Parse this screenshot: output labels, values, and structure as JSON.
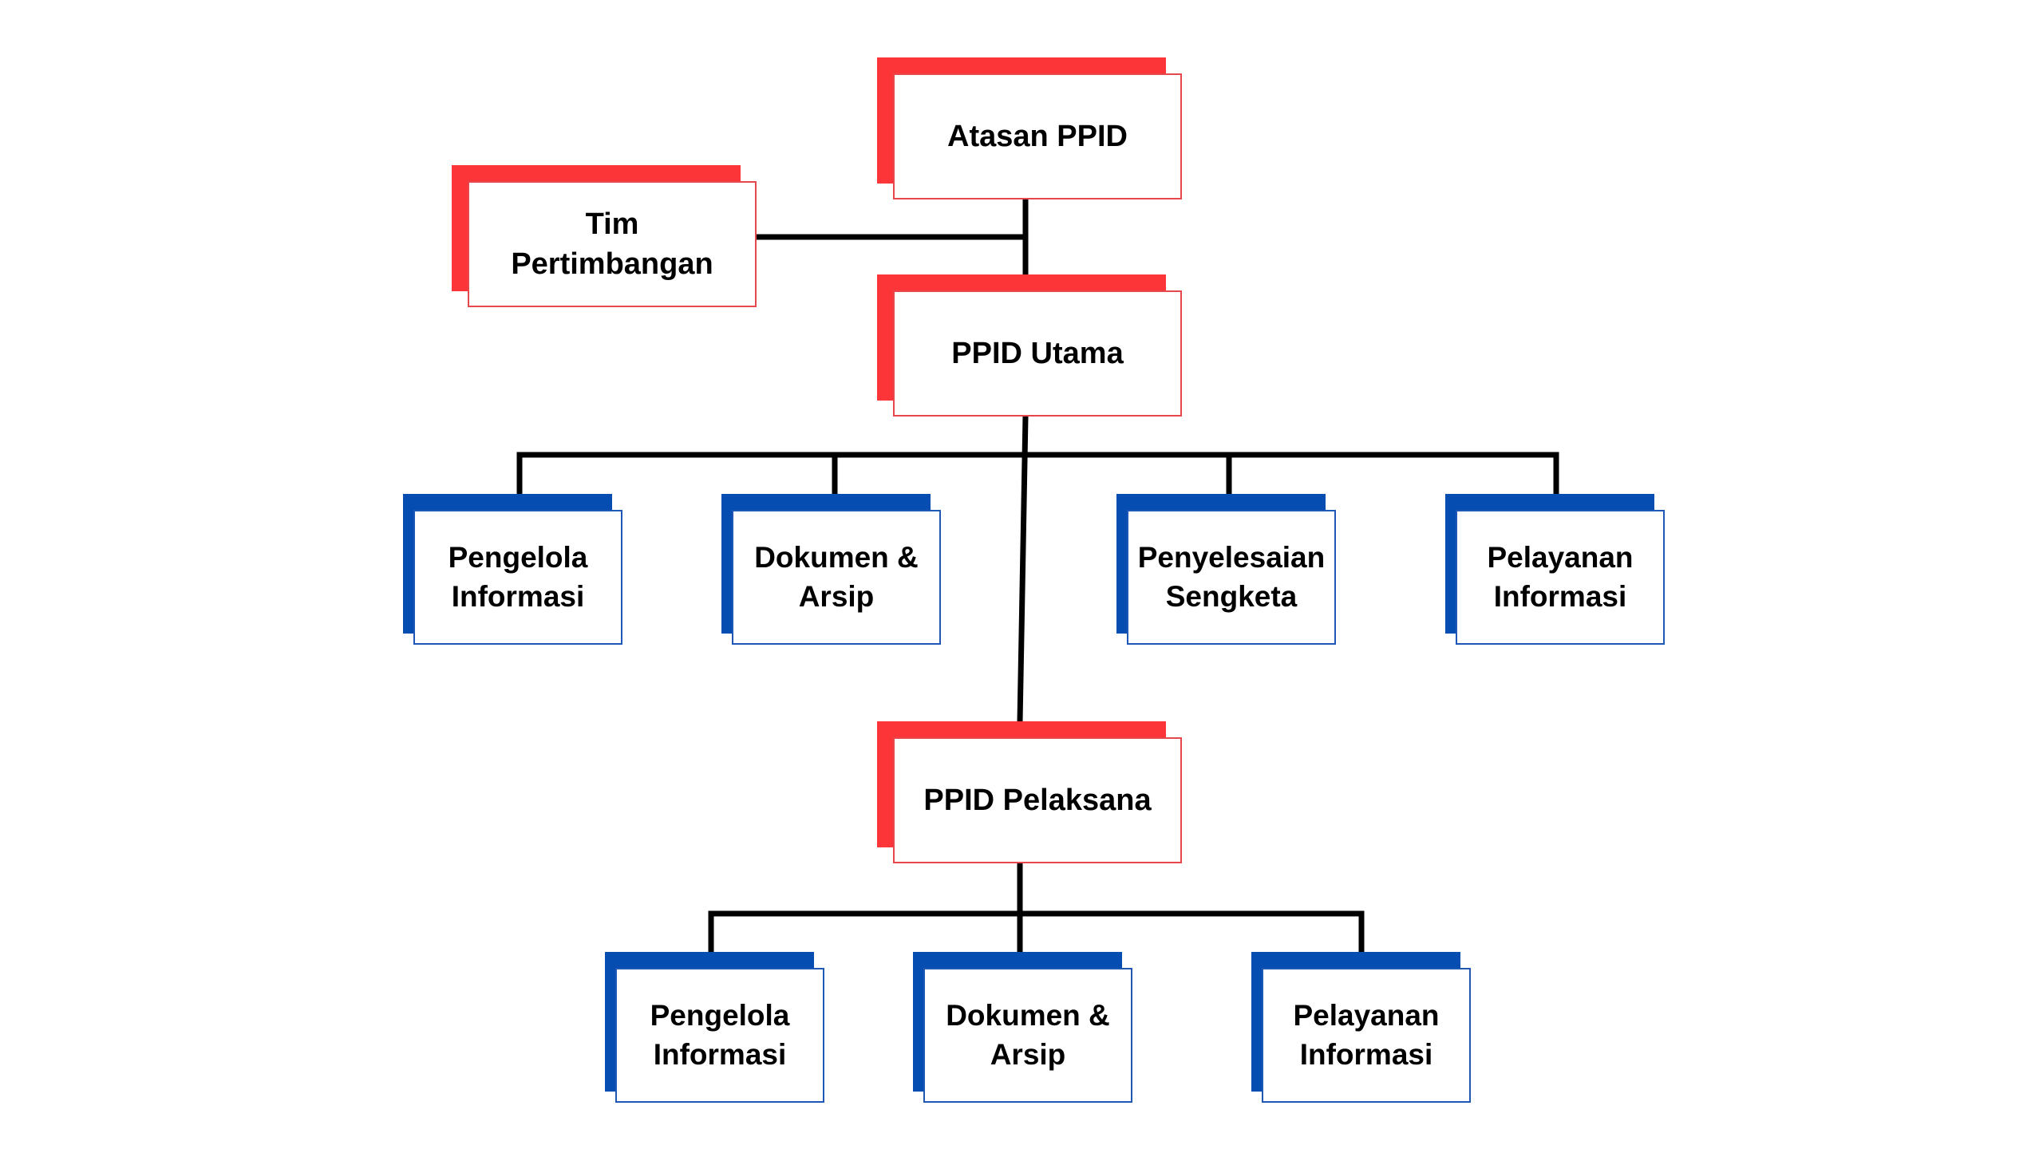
{
  "nodes": {
    "atasan": "Atasan PPID",
    "tim": "Tim Pertimbangan",
    "utama": "PPID Utama",
    "utama_pengelola": "Pengelola Informasi",
    "utama_dokumen": "Dokumen & Arsip",
    "utama_penyelesaian": "Penyelesaian Sengketa",
    "utama_pelayanan": "Pelayanan Informasi",
    "pelaksana": "PPID Pelaksana",
    "pelaksana_pengelola": "Pengelola Informasi",
    "pelaksana_dokumen": "Dokumen & Arsip",
    "pelaksana_pelayanan": "Pelayanan Informasi"
  },
  "colors": {
    "leader_accent": "#fc3638",
    "unit_accent": "#064db1",
    "connector": "#000000",
    "background": "#ffffff"
  }
}
